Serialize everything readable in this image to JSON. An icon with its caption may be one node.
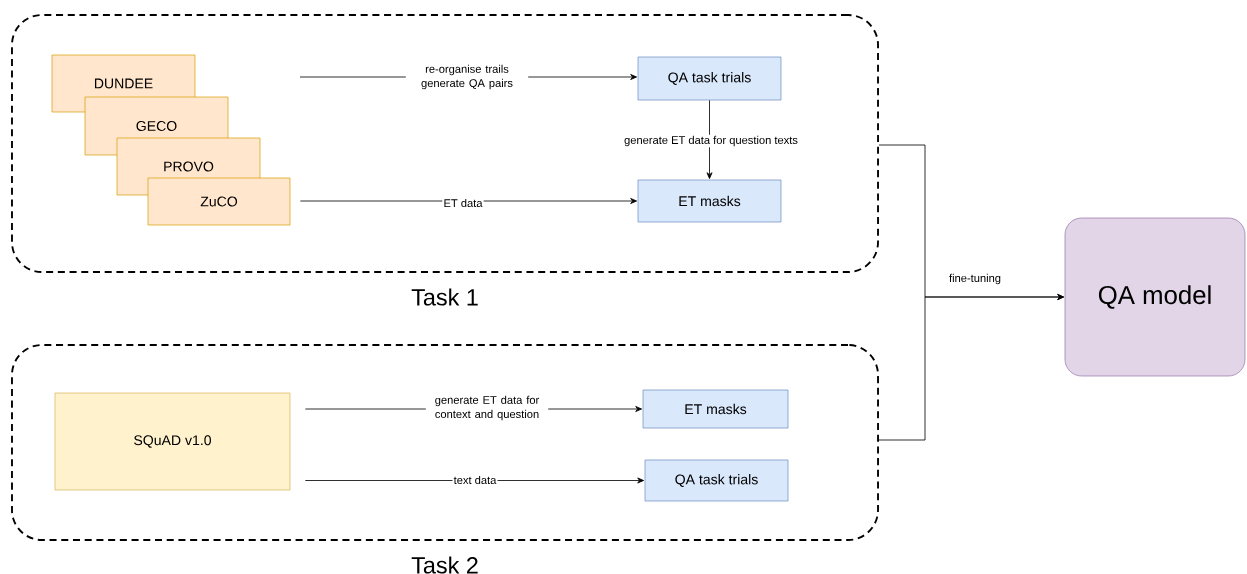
{
  "diagram": {
    "nodes": [
      {
        "text": [
          "Task 1"
        ]
      },
      {
        "text": [
          "DUNDEE"
        ],
        "in": 0
      },
      {
        "text": [
          "GECO"
        ],
        "in": 0
      },
      {
        "text": [
          "PROVO"
        ],
        "in": 0
      },
      {
        "text": [
          "ZuCO"
        ],
        "in": 0
      },
      {
        "text": [
          "QA task trials"
        ],
        "in": 0
      },
      {
        "text": [
          "ET masks"
        ],
        "in": 0
      },
      {
        "text": [
          "Task 2"
        ]
      },
      {
        "text": [
          "SQuAD v1.0"
        ],
        "in": 7
      },
      {
        "text": [
          "ET masks"
        ],
        "in": 7
      },
      {
        "text": [
          "QA task trials"
        ],
        "in": 7
      },
      {
        "text": [
          "QA model"
        ]
      }
    ],
    "edges": [
      {
        "from": null,
        "to": 5,
        "arrow": "to",
        "label": "re-organise trails generate QA pairs"
      },
      {
        "from": 5,
        "to": 6,
        "arrow": "to",
        "label": "generate ET data for question texts"
      },
      {
        "from": 4,
        "to": 6,
        "arrow": "to",
        "label": "ET data"
      },
      {
        "from": 8,
        "to": 9,
        "arrow": "to",
        "label": "generate ET data for context and question"
      },
      {
        "from": 8,
        "to": 10,
        "arrow": "to",
        "label": "text data"
      },
      {
        "from": 0,
        "to": 11,
        "arrow": "to",
        "label": "fine-tuning"
      },
      {
        "from": 7,
        "to": 11,
        "arrow": "to"
      }
    ]
  }
}
